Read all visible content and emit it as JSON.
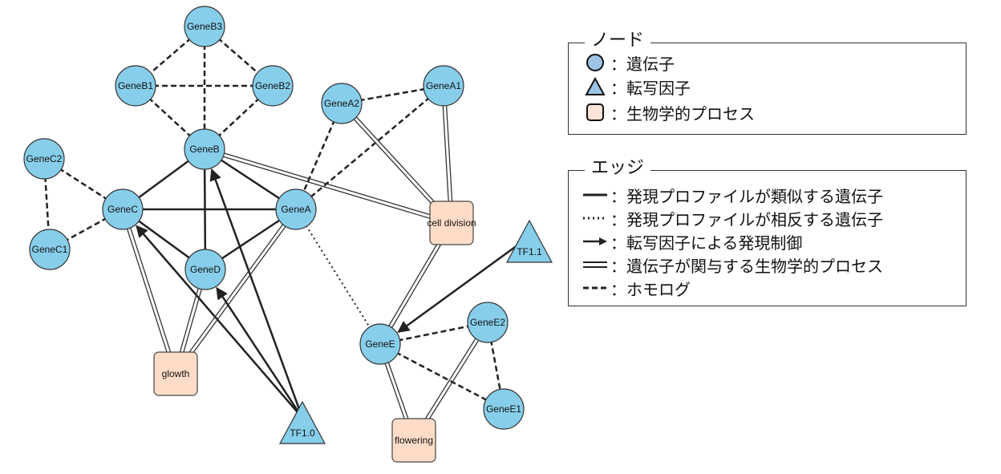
{
  "nodes": [
    {
      "id": "GeneB3",
      "label": "GeneB3",
      "type": "gene"
    },
    {
      "id": "GeneB1",
      "label": "GeneB1",
      "type": "gene"
    },
    {
      "id": "GeneB2",
      "label": "GeneB2",
      "type": "gene"
    },
    {
      "id": "GeneB",
      "label": "GeneB",
      "type": "gene"
    },
    {
      "id": "GeneA2",
      "label": "GeneA2",
      "type": "gene"
    },
    {
      "id": "GeneA1",
      "label": "GeneA1",
      "type": "gene"
    },
    {
      "id": "GeneC2",
      "label": "GeneC2",
      "type": "gene"
    },
    {
      "id": "GeneC",
      "label": "GeneC",
      "type": "gene"
    },
    {
      "id": "GeneA",
      "label": "GeneA",
      "type": "gene"
    },
    {
      "id": "GeneC1",
      "label": "GeneC1",
      "type": "gene"
    },
    {
      "id": "GeneD",
      "label": "GeneD",
      "type": "gene"
    },
    {
      "id": "GeneE",
      "label": "GeneE",
      "type": "gene"
    },
    {
      "id": "GeneE2",
      "label": "GeneE2",
      "type": "gene"
    },
    {
      "id": "GeneE1",
      "label": "GeneE1",
      "type": "gene"
    },
    {
      "id": "celldiv",
      "label": "cell division",
      "type": "process"
    },
    {
      "id": "glowth",
      "label": "glowth",
      "type": "process"
    },
    {
      "id": "flowering",
      "label": "flowering",
      "type": "process"
    },
    {
      "id": "TF1.0",
      "label": "TF1.0",
      "type": "tf"
    },
    {
      "id": "TF1.1",
      "label": "TF1.1",
      "type": "tf"
    }
  ],
  "edges": [
    {
      "from": "GeneB3",
      "to": "GeneB1",
      "type": "homolog"
    },
    {
      "from": "GeneB3",
      "to": "GeneB2",
      "type": "homolog"
    },
    {
      "from": "GeneB3",
      "to": "GeneB",
      "type": "homolog"
    },
    {
      "from": "GeneB1",
      "to": "GeneB2",
      "type": "homolog"
    },
    {
      "from": "GeneB1",
      "to": "GeneB",
      "type": "homolog"
    },
    {
      "from": "GeneB2",
      "to": "GeneB",
      "type": "homolog"
    },
    {
      "from": "GeneA2",
      "to": "GeneA1",
      "type": "homolog"
    },
    {
      "from": "GeneA2",
      "to": "GeneA",
      "type": "homolog"
    },
    {
      "from": "GeneA1",
      "to": "GeneA",
      "type": "homolog"
    },
    {
      "from": "GeneC2",
      "to": "GeneC",
      "type": "homolog"
    },
    {
      "from": "GeneC2",
      "to": "GeneC1",
      "type": "homolog"
    },
    {
      "from": "GeneC",
      "to": "GeneC1",
      "type": "homolog"
    },
    {
      "from": "GeneE",
      "to": "GeneE2",
      "type": "homolog"
    },
    {
      "from": "GeneE",
      "to": "GeneE1",
      "type": "homolog"
    },
    {
      "from": "GeneE2",
      "to": "GeneE1",
      "type": "homolog"
    },
    {
      "from": "GeneB",
      "to": "GeneC",
      "type": "similar"
    },
    {
      "from": "GeneB",
      "to": "GeneA",
      "type": "similar"
    },
    {
      "from": "GeneB",
      "to": "GeneD",
      "type": "similar"
    },
    {
      "from": "GeneC",
      "to": "GeneA",
      "type": "similar"
    },
    {
      "from": "GeneC",
      "to": "GeneD",
      "type": "similar"
    },
    {
      "from": "GeneA",
      "to": "GeneD",
      "type": "similar"
    },
    {
      "from": "GeneA",
      "to": "GeneE",
      "type": "opposite"
    },
    {
      "from": "TF1.0",
      "to": "GeneB",
      "type": "regulation"
    },
    {
      "from": "TF1.0",
      "to": "GeneC",
      "type": "regulation"
    },
    {
      "from": "TF1.0",
      "to": "GeneD",
      "type": "regulation"
    },
    {
      "from": "TF1.1",
      "to": "GeneE",
      "type": "regulation"
    },
    {
      "from": "GeneB",
      "to": "celldiv",
      "type": "process"
    },
    {
      "from": "GeneA2",
      "to": "celldiv",
      "type": "process"
    },
    {
      "from": "GeneA1",
      "to": "celldiv",
      "type": "process"
    },
    {
      "from": "GeneE",
      "to": "celldiv",
      "type": "process"
    },
    {
      "from": "GeneC",
      "to": "glowth",
      "type": "process"
    },
    {
      "from": "GeneD",
      "to": "glowth",
      "type": "process"
    },
    {
      "from": "GeneA",
      "to": "glowth",
      "type": "process"
    },
    {
      "from": "GeneE",
      "to": "flowering",
      "type": "process"
    },
    {
      "from": "GeneE2",
      "to": "flowering",
      "type": "process"
    }
  ],
  "legend_nodes": {
    "title": "ノード",
    "items": [
      {
        "symbol": "gene",
        "label": "：遺伝子"
      },
      {
        "symbol": "tf",
        "label": "：転写因子"
      },
      {
        "symbol": "process",
        "label": "：生物学的プロセス"
      }
    ]
  },
  "legend_edges": {
    "title": "エッジ",
    "items": [
      {
        "symbol": "similar",
        "label": "：発現プロファイルが類似する遺伝子"
      },
      {
        "symbol": "opposite",
        "label": "：発現プロファイルが相反する遺伝子"
      },
      {
        "symbol": "regulation",
        "label": "：転写因子による発現制御"
      },
      {
        "symbol": "process",
        "label": "：遺伝子が関与する生物学的プロセス"
      },
      {
        "symbol": "homolog",
        "label": "：ホモログ"
      }
    ]
  },
  "colors": {
    "gene_fill": "#87CEEB",
    "tf_fill": "#87CEEB",
    "process_fill": "#FFDCC8",
    "legend_gene_fill": "#9DC3E6",
    "legend_process_fill": "#FCE4D6",
    "edge": "#333333"
  }
}
